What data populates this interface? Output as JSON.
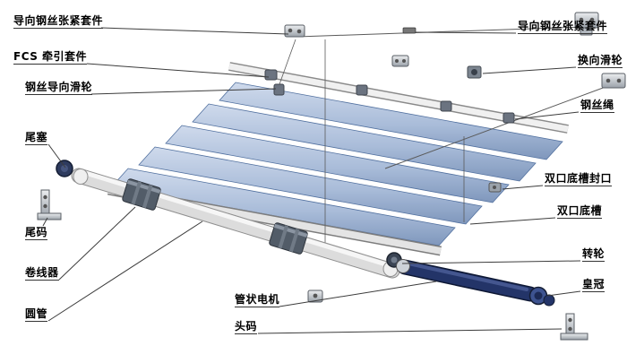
{
  "labels_left": [
    "导向钢丝张紧套件",
    "FCS 牵引套件",
    "钢丝导向滑轮",
    "尾塞",
    "尾码",
    "卷线器",
    "圆管"
  ],
  "labels_bottom": [
    "管状电机",
    "头码"
  ],
  "labels_right": [
    "导向钢丝张紧套件",
    "换向滑轮",
    "钢丝绳",
    "双口底槽封口",
    "双口底槽",
    "转轮",
    "皇冠"
  ],
  "colors": {
    "slat-light": "#cfdaec",
    "slat-mid": "#a9bcd9",
    "slat-dark": "#7f97bc",
    "slat-stroke": "#51709f",
    "metal-light": "#eceef0",
    "metal-dark": "#9aa1a9",
    "tube": "#dcdcdc",
    "drum": "#525c68",
    "motor": "#233468",
    "crown": "#3d5390",
    "line": "#3c3c3c",
    "wire": "#5a5a5a",
    "label": "#000000"
  }
}
